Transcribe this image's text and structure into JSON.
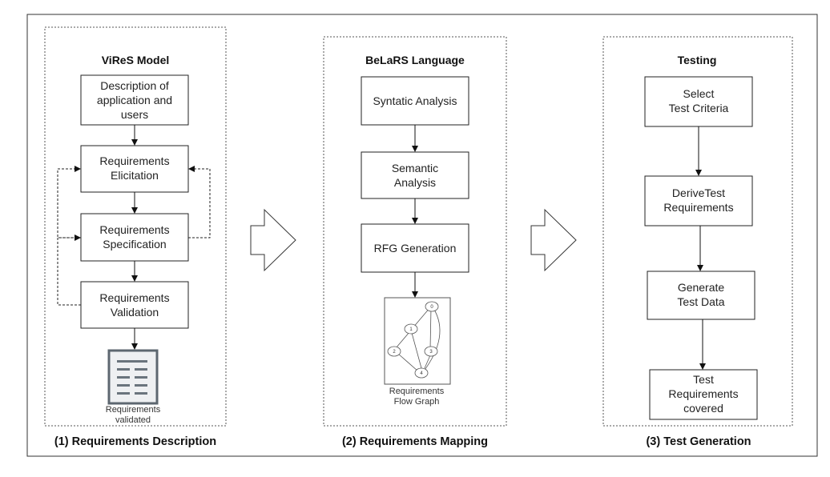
{
  "panels": [
    {
      "title": "ViReS Model",
      "caption": "(1) Requirements Description",
      "boxes": [
        [
          "Description of",
          "application and",
          "users"
        ],
        [
          "Requirements",
          "Elicitation"
        ],
        [
          "Requirements",
          "Specification"
        ],
        [
          "Requirements",
          "Validation"
        ]
      ],
      "icon": "document-icon",
      "icon_label": [
        "Requirements",
        "validated"
      ]
    },
    {
      "title": "BeLaRS Language",
      "caption": "(2) Requirements Mapping",
      "boxes": [
        [
          "Syntatic Analysis"
        ],
        [
          "Semantic",
          "Analysis"
        ],
        [
          "RFG Generation"
        ]
      ],
      "graph_nodes": [
        "0",
        "1",
        "2",
        "3",
        "4"
      ],
      "graph_label": [
        "Requirements",
        "Flow Graph"
      ]
    },
    {
      "title": "Testing",
      "caption": "(3) Test Generation",
      "boxes": [
        [
          "Select",
          "Test Criteria"
        ],
        [
          "DeriveTest",
          "Requirements"
        ],
        [
          "Generate",
          "Test Data"
        ],
        [
          "Test",
          "Requirements",
          "covered"
        ]
      ]
    }
  ]
}
